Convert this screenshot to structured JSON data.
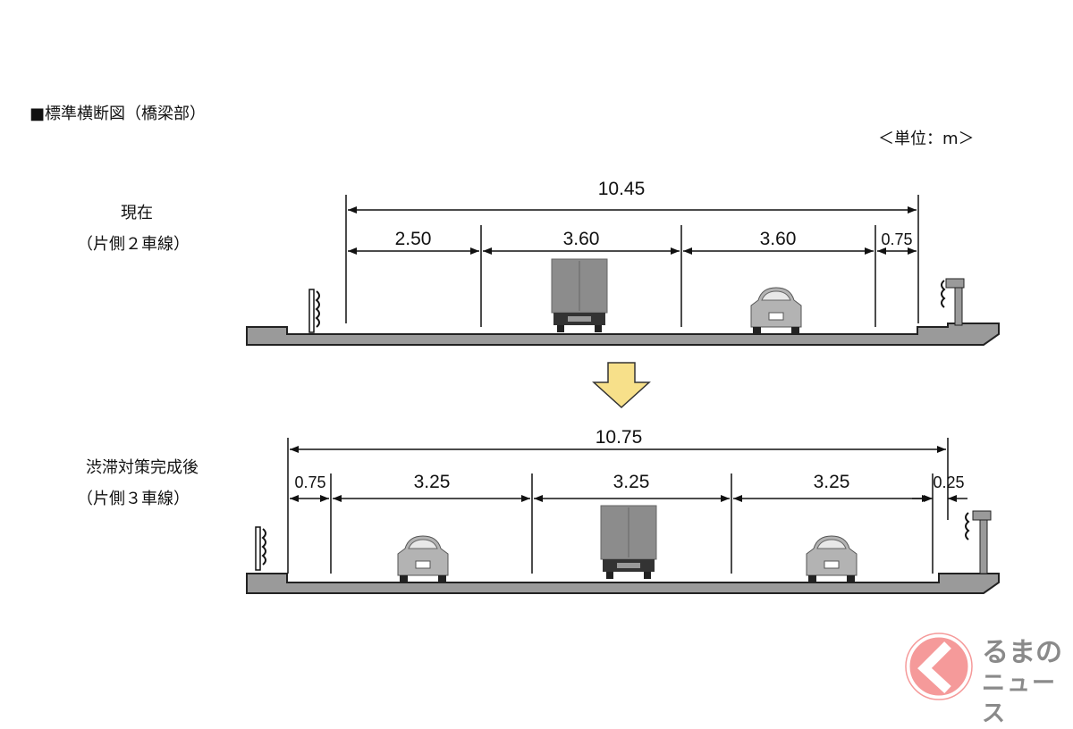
{
  "title": "■標準横断図（橋梁部）",
  "unit": "＜単位：m＞",
  "current": {
    "label": "現在",
    "sublabel": "（片側２車線）",
    "total": "10.45",
    "segments": [
      "2.50",
      "3.60",
      "3.60",
      "0.75"
    ]
  },
  "after": {
    "label": "渋滞対策完成後",
    "sublabel": "（片側３車線）",
    "total": "10.75",
    "segments": [
      "0.75",
      "3.25",
      "3.25",
      "3.25",
      "0.25"
    ]
  },
  "arrow_color": "#f7e08a",
  "logo": {
    "line1": "るまの",
    "line2": "ニュース",
    "color": "#f59a9a"
  }
}
